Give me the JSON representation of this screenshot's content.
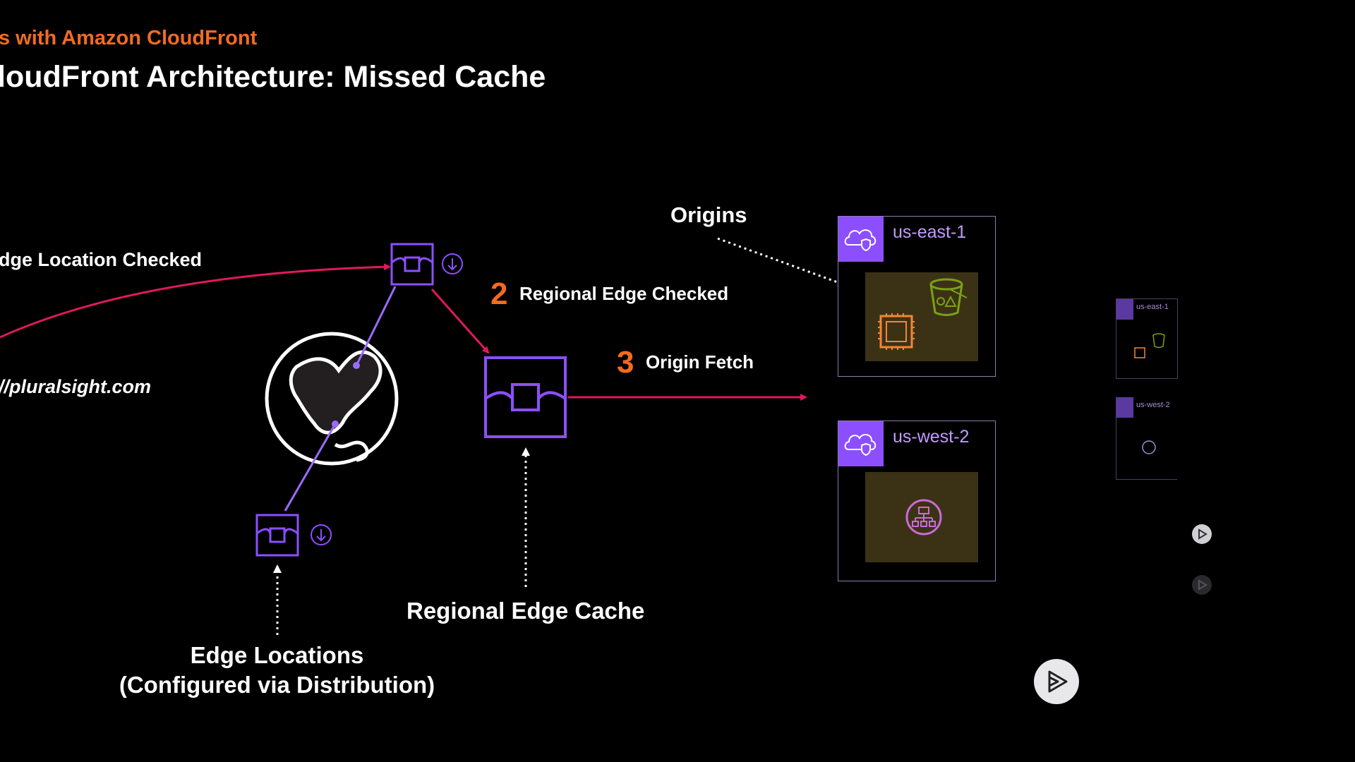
{
  "header": {
    "subtitle": "s with Amazon CloudFront",
    "title": "loudFront Architecture: Missed Cache"
  },
  "diagram": {
    "edge_location_checked": "dge Location Checked",
    "url_text": "//pluralsight.com",
    "step2": {
      "number": "2",
      "label": "Regional Edge Checked"
    },
    "step3": {
      "number": "3",
      "label": "Origin Fetch"
    },
    "origins_label": "Origins",
    "regional_edge_cache_label": "Regional Edge Cache",
    "edge_locations_label_line1": "Edge Locations",
    "edge_locations_label_line2": "(Configured via Distribution)"
  },
  "origins": [
    {
      "region": "us-east-1",
      "services": [
        "compute-chip-icon",
        "storage-bucket-icon"
      ]
    },
    {
      "region": "us-west-2",
      "services": [
        "load-balancer-icon"
      ]
    }
  ],
  "thumbnails": [
    {
      "region": "us-east-1"
    },
    {
      "region": "us-west-2"
    }
  ],
  "colors": {
    "accent_orange": "#f26b1f",
    "arrow_pink": "#e0195a",
    "edge_purple": "#8c4fff",
    "region_text": "#c19bff",
    "origin_fill": "#3b3216"
  }
}
